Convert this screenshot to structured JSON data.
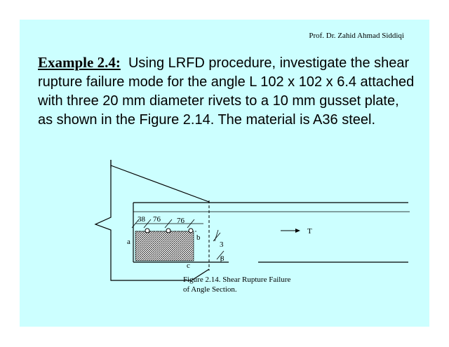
{
  "header": {
    "author": "Prof. Dr. Zahid Ahmad Siddiqi"
  },
  "example": {
    "label": "Example 2.4:",
    "text": "Using LRFD procedure, investigate the shear rupture failure mode for the angle L 102 x 102 x 6.4 attached with three 20 mm diameter rivets to a 10 mm gusset plate, as shown in the Figure 2.14.  The material is A36 steel."
  },
  "figure": {
    "dims": {
      "d1": "38",
      "d2": "76",
      "d3": "76"
    },
    "points": {
      "a": "a",
      "b": "b",
      "c": "c"
    },
    "force": "T",
    "fraction": {
      "numerator": "3",
      "denominator": "8"
    },
    "caption": {
      "line1": "Figure 2.14.  Shear Rupture Failure",
      "line2": "of Angle Section."
    }
  }
}
